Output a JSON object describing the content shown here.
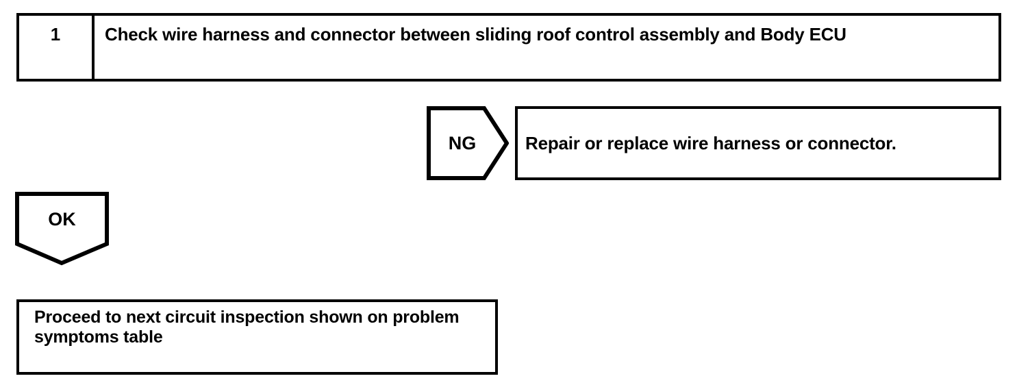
{
  "page": {
    "title": "Circuit Inspection Step Flow",
    "background_color": "#ffffff",
    "line_color": "#000000",
    "text_color": "#000000"
  },
  "step": {
    "number": "1",
    "instruction": "Check wire harness and connector between sliding roof control assembly and Body ECU"
  },
  "branches": {
    "ng": {
      "label": "NG",
      "result_text": "Repair or replace wire harness or connector.",
      "arrow_direction": "right"
    },
    "ok": {
      "label": "OK",
      "arrow_direction": "down"
    }
  },
  "next_step": {
    "text": "Proceed to next circuit inspection shown on problem symptoms table"
  }
}
